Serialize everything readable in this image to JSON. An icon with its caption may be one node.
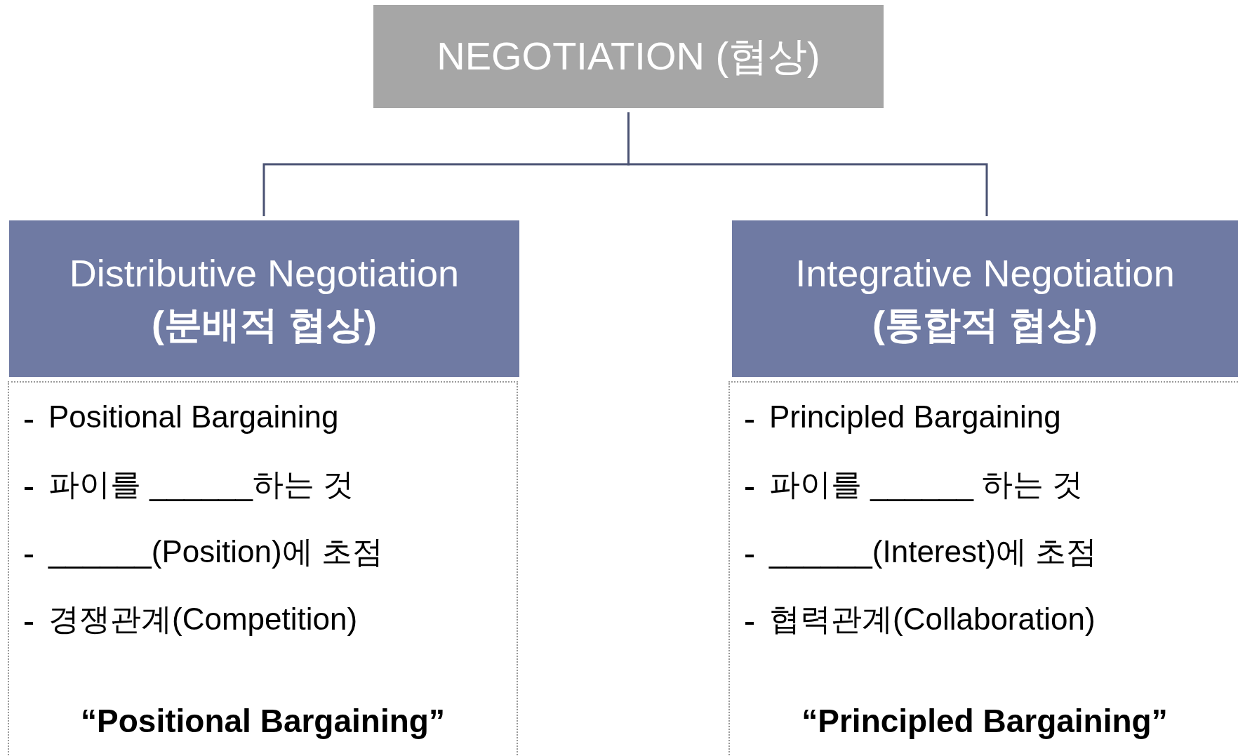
{
  "diagram": {
    "nodes": [
      {
        "text": [
          "NEGOTIATION (협상)"
        ]
      },
      {
        "text": [
          "Distributive Negotiation",
          "(분배적 협상)"
        ]
      },
      {
        "text": [
          "Integrative Negotiation",
          "(통합적 협상)"
        ]
      },
      {
        "text": [
          "Positional Bargaining",
          "파이를 ______하는 것",
          "______(Position)에 초점",
          "경쟁관계(Competition)",
          "“Positional Bargaining”"
        ]
      },
      {
        "text": [
          "Principled Bargaining",
          "파이를 ______ 하는 것",
          "______(Interest)에 초점",
          "협력관계(Collaboration)",
          "“Principled Bargaining”"
        ]
      }
    ],
    "edges": [
      {
        "from": 0,
        "to": 1,
        "arrow": "none"
      },
      {
        "from": 0,
        "to": 2,
        "arrow": "none"
      }
    ]
  }
}
